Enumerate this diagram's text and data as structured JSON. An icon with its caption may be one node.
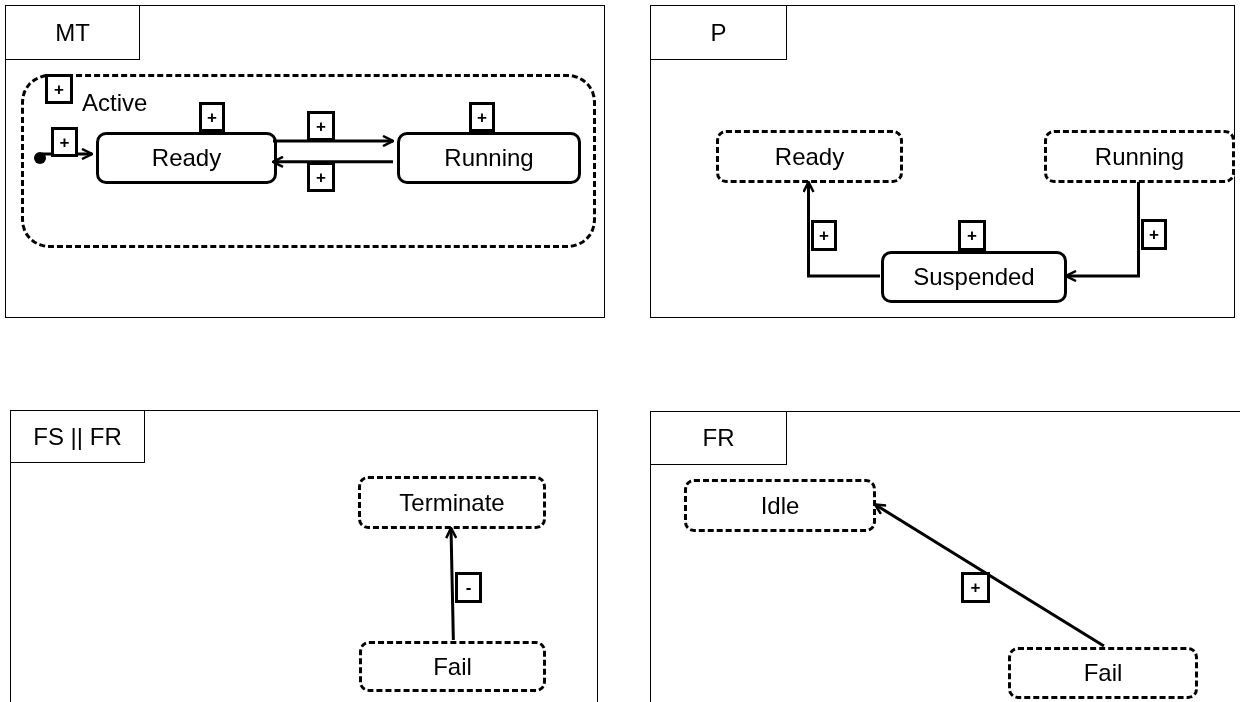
{
  "diagram": {
    "nodes": [
      {
        "text": [
          "MT"
        ]
      },
      {
        "text": [
          "Active"
        ],
        "in": 0,
        "beside": [
          "+"
        ]
      },
      {
        "text": [],
        "shape": "circle",
        "in": 1
      },
      {
        "text": [
          "Ready"
        ],
        "in": 1,
        "beside": [
          "+"
        ]
      },
      {
        "text": [
          "Running"
        ],
        "in": 1,
        "beside": [
          "+"
        ]
      },
      {
        "text": [
          "P"
        ]
      },
      {
        "text": [
          "Ready"
        ],
        "in": 5
      },
      {
        "text": [
          "Running"
        ],
        "in": 5
      },
      {
        "text": [
          "Suspended"
        ],
        "in": 5,
        "beside": [
          "+"
        ]
      },
      {
        "text": [
          "FS || FR"
        ]
      },
      {
        "text": [
          "Terminate"
        ],
        "in": 9
      },
      {
        "text": [
          "Fail"
        ],
        "in": 9
      },
      {
        "text": [
          "FR"
        ]
      },
      {
        "text": [
          "Idle"
        ],
        "in": 12
      },
      {
        "text": [
          "Fail"
        ],
        "in": 12
      }
    ],
    "edges": [
      {
        "from": 2,
        "to": 3,
        "arrow": "to",
        "label": "+"
      },
      {
        "from": 3,
        "to": 4,
        "arrow": "to",
        "label": "+"
      },
      {
        "from": 4,
        "to": 3,
        "arrow": "to",
        "label": "+"
      },
      {
        "from": 8,
        "to": 6,
        "arrow": "to",
        "label": "+"
      },
      {
        "from": 7,
        "to": 8,
        "arrow": "to",
        "label": "+"
      },
      {
        "from": 11,
        "to": 10,
        "arrow": "to",
        "label": "-"
      },
      {
        "from": 14,
        "to": 13,
        "arrow": "to",
        "label": "+"
      }
    ]
  }
}
